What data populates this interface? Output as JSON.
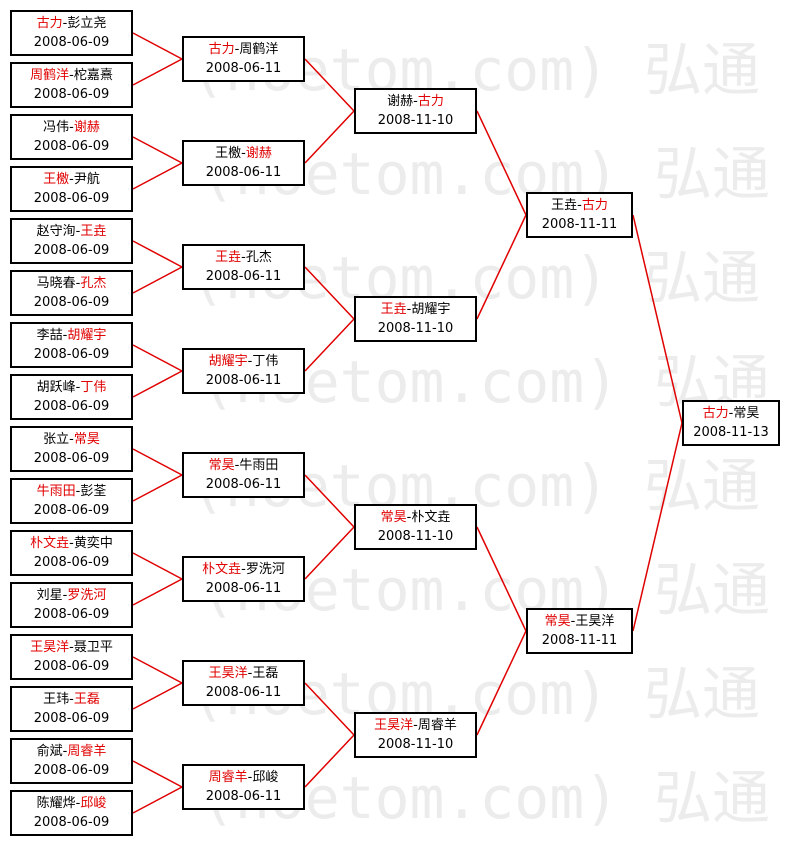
{
  "matches": [
    {
      "p1": "古力",
      "p2": "彭立尧",
      "winner": 1,
      "date": "2008-06-09"
    },
    {
      "p1": "周鹤洋",
      "p2": "柁嘉熹",
      "winner": 1,
      "date": "2008-06-09"
    },
    {
      "p1": "冯伟",
      "p2": "谢赫",
      "winner": 2,
      "date": "2008-06-09"
    },
    {
      "p1": "王檄",
      "p2": "尹航",
      "winner": 1,
      "date": "2008-06-09"
    },
    {
      "p1": "赵守洵",
      "p2": "王垚",
      "winner": 2,
      "date": "2008-06-09"
    },
    {
      "p1": "马晓春",
      "p2": "孔杰",
      "winner": 2,
      "date": "2008-06-09"
    },
    {
      "p1": "李喆",
      "p2": "胡耀宇",
      "winner": 2,
      "date": "2008-06-09"
    },
    {
      "p1": "胡跃峰",
      "p2": "丁伟",
      "winner": 2,
      "date": "2008-06-09"
    },
    {
      "p1": "张立",
      "p2": "常昊",
      "winner": 2,
      "date": "2008-06-09"
    },
    {
      "p1": "牛雨田",
      "p2": "彭荃",
      "winner": 1,
      "date": "2008-06-09"
    },
    {
      "p1": "朴文垚",
      "p2": "黄奕中",
      "winner": 1,
      "date": "2008-06-09"
    },
    {
      "p1": "刘星",
      "p2": "罗洗河",
      "winner": 2,
      "date": "2008-06-09"
    },
    {
      "p1": "王昊洋",
      "p2": "聂卫平",
      "winner": 1,
      "date": "2008-06-09"
    },
    {
      "p1": "王玮",
      "p2": "王磊",
      "winner": 2,
      "date": "2008-06-09"
    },
    {
      "p1": "俞斌",
      "p2": "周睿羊",
      "winner": 2,
      "date": "2008-06-09"
    },
    {
      "p1": "陈耀烨",
      "p2": "邱峻",
      "winner": 2,
      "date": "2008-06-09"
    },
    {
      "p1": "古力",
      "p2": "周鹤洋",
      "winner": 1,
      "date": "2008-06-11"
    },
    {
      "p1": "王檄",
      "p2": "谢赫",
      "winner": 2,
      "date": "2008-06-11"
    },
    {
      "p1": "王垚",
      "p2": "孔杰",
      "winner": 1,
      "date": "2008-06-11"
    },
    {
      "p1": "胡耀宇",
      "p2": "丁伟",
      "winner": 1,
      "date": "2008-06-11"
    },
    {
      "p1": "常昊",
      "p2": "牛雨田",
      "winner": 1,
      "date": "2008-06-11"
    },
    {
      "p1": "朴文垚",
      "p2": "罗洗河",
      "winner": 1,
      "date": "2008-06-11"
    },
    {
      "p1": "王昊洋",
      "p2": "王磊",
      "winner": 1,
      "date": "2008-06-11"
    },
    {
      "p1": "周睿羊",
      "p2": "邱峻",
      "winner": 1,
      "date": "2008-06-11"
    },
    {
      "p1": "谢赫",
      "p2": "古力",
      "winner": 2,
      "date": "2008-11-10"
    },
    {
      "p1": "王垚",
      "p2": "胡耀宇",
      "winner": 1,
      "date": "2008-11-10"
    },
    {
      "p1": "常昊",
      "p2": "朴文垚",
      "winner": 1,
      "date": "2008-11-10"
    },
    {
      "p1": "王昊洋",
      "p2": "周睿羊",
      "winner": 1,
      "date": "2008-11-10"
    },
    {
      "p1": "王垚",
      "p2": "古力",
      "winner": 2,
      "date": "2008-11-11"
    },
    {
      "p1": "常昊",
      "p2": "王昊洋",
      "winner": 1,
      "date": "2008-11-11"
    },
    {
      "p1": "古力",
      "p2": "常昊",
      "winner": 1,
      "date": "2008-11-13"
    }
  ],
  "separator": "-",
  "watermark": "(hoetom.com) 弘通",
  "colors": {
    "winner": "#e00000",
    "line": "#e00000",
    "border": "#000000",
    "watermark": "#ececec"
  }
}
